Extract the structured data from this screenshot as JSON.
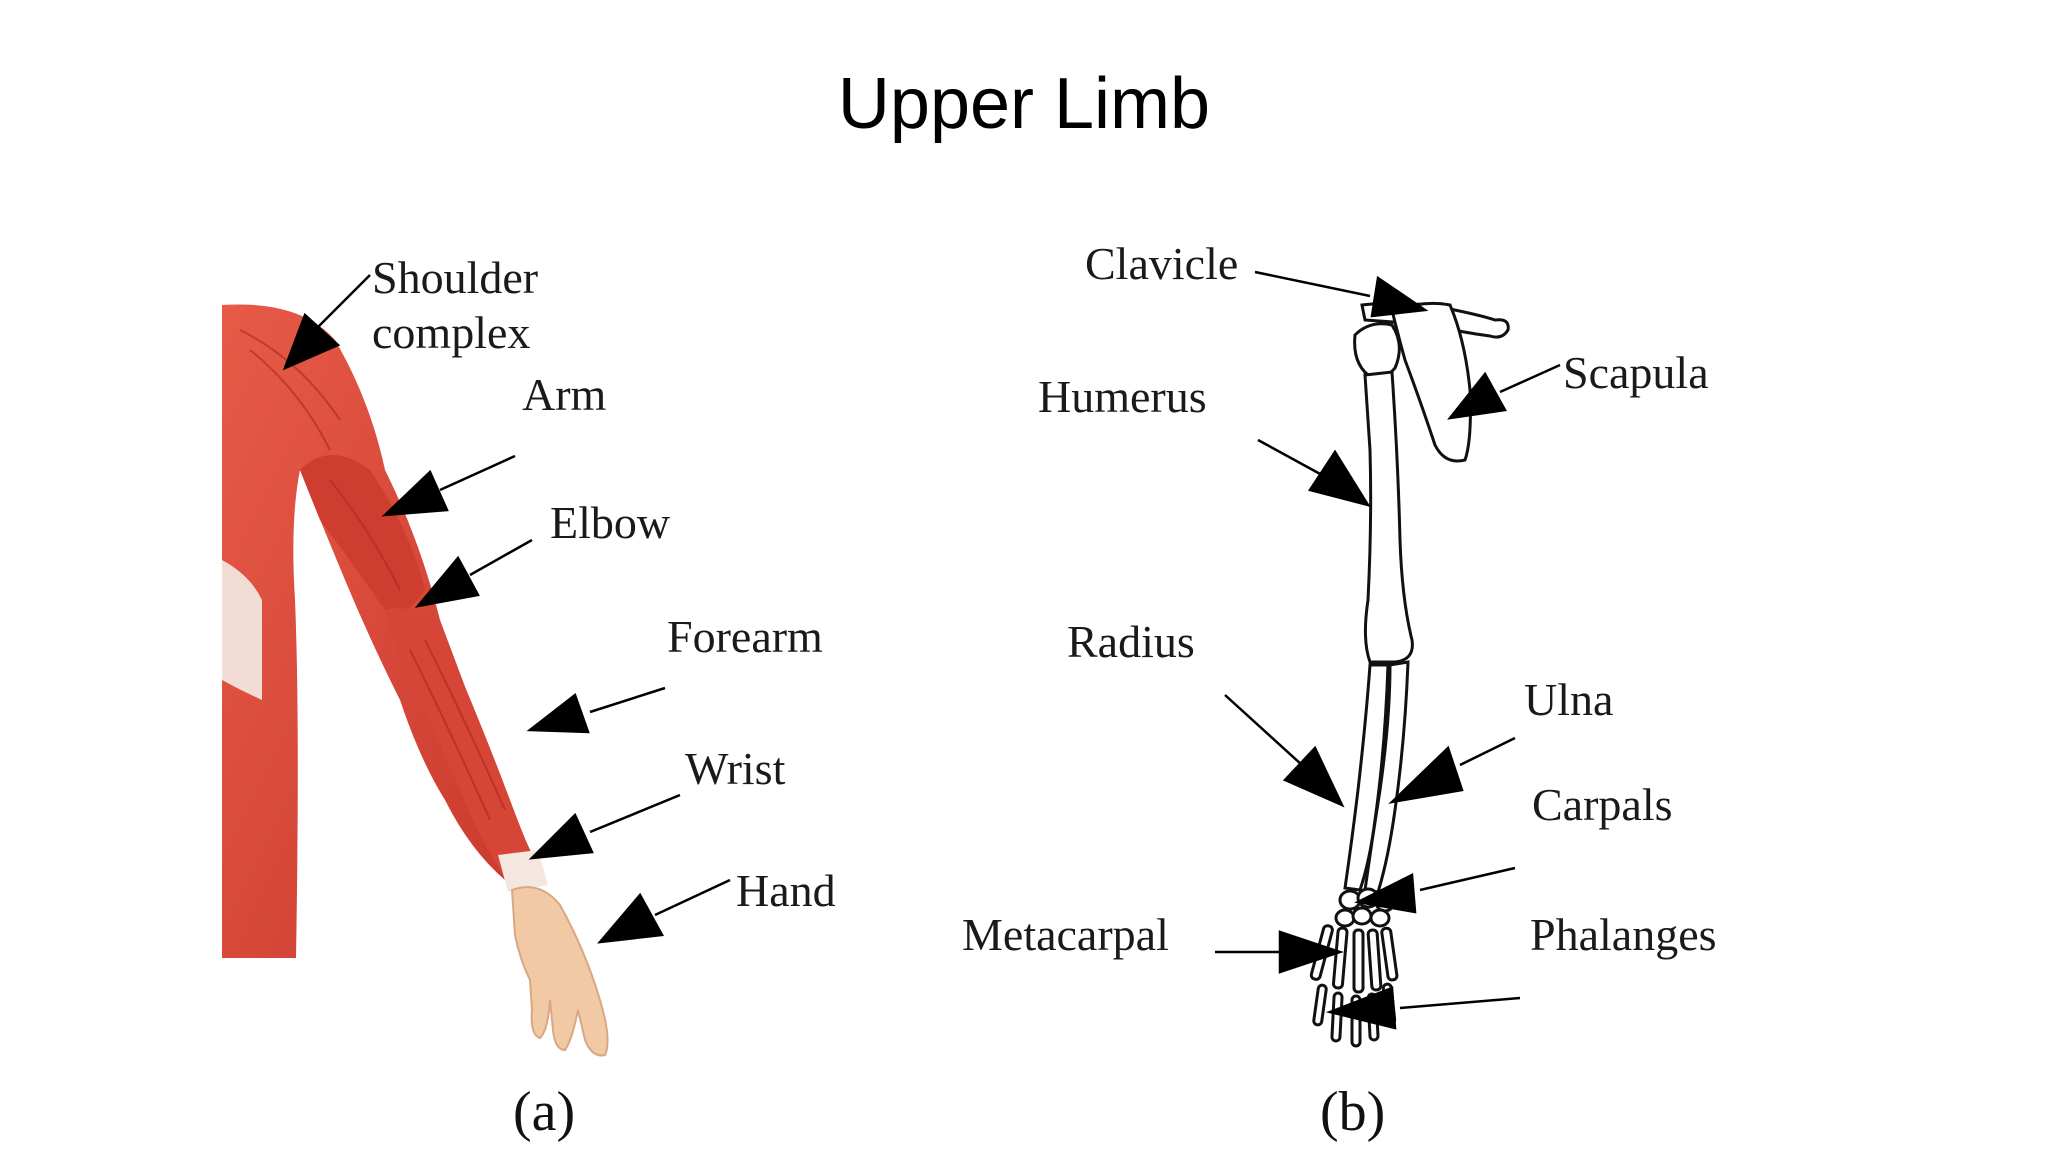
{
  "title": "Upper Limb",
  "panel_a": {
    "caption": "(a)",
    "labels": {
      "shoulder_line1": "Shoulder",
      "shoulder_line2": "complex",
      "arm": "Arm",
      "elbow": "Elbow",
      "forearm": "Forearm",
      "wrist": "Wrist",
      "hand": "Hand"
    }
  },
  "panel_b": {
    "caption": "(b)",
    "labels": {
      "clavicle": "Clavicle",
      "scapula": "Scapula",
      "humerus": "Humerus",
      "radius": "Radius",
      "ulna": "Ulna",
      "carpals": "Carpals",
      "metacarpal": "Metacarpal",
      "phalanges": "Phalanges"
    }
  },
  "colors": {
    "muscle": "#d9463a",
    "muscle_dark": "#b8322a",
    "skin": "#f2c9a5",
    "tendon": "#f4e6e0",
    "bone_outline": "#111111",
    "arrow": "#000000"
  }
}
